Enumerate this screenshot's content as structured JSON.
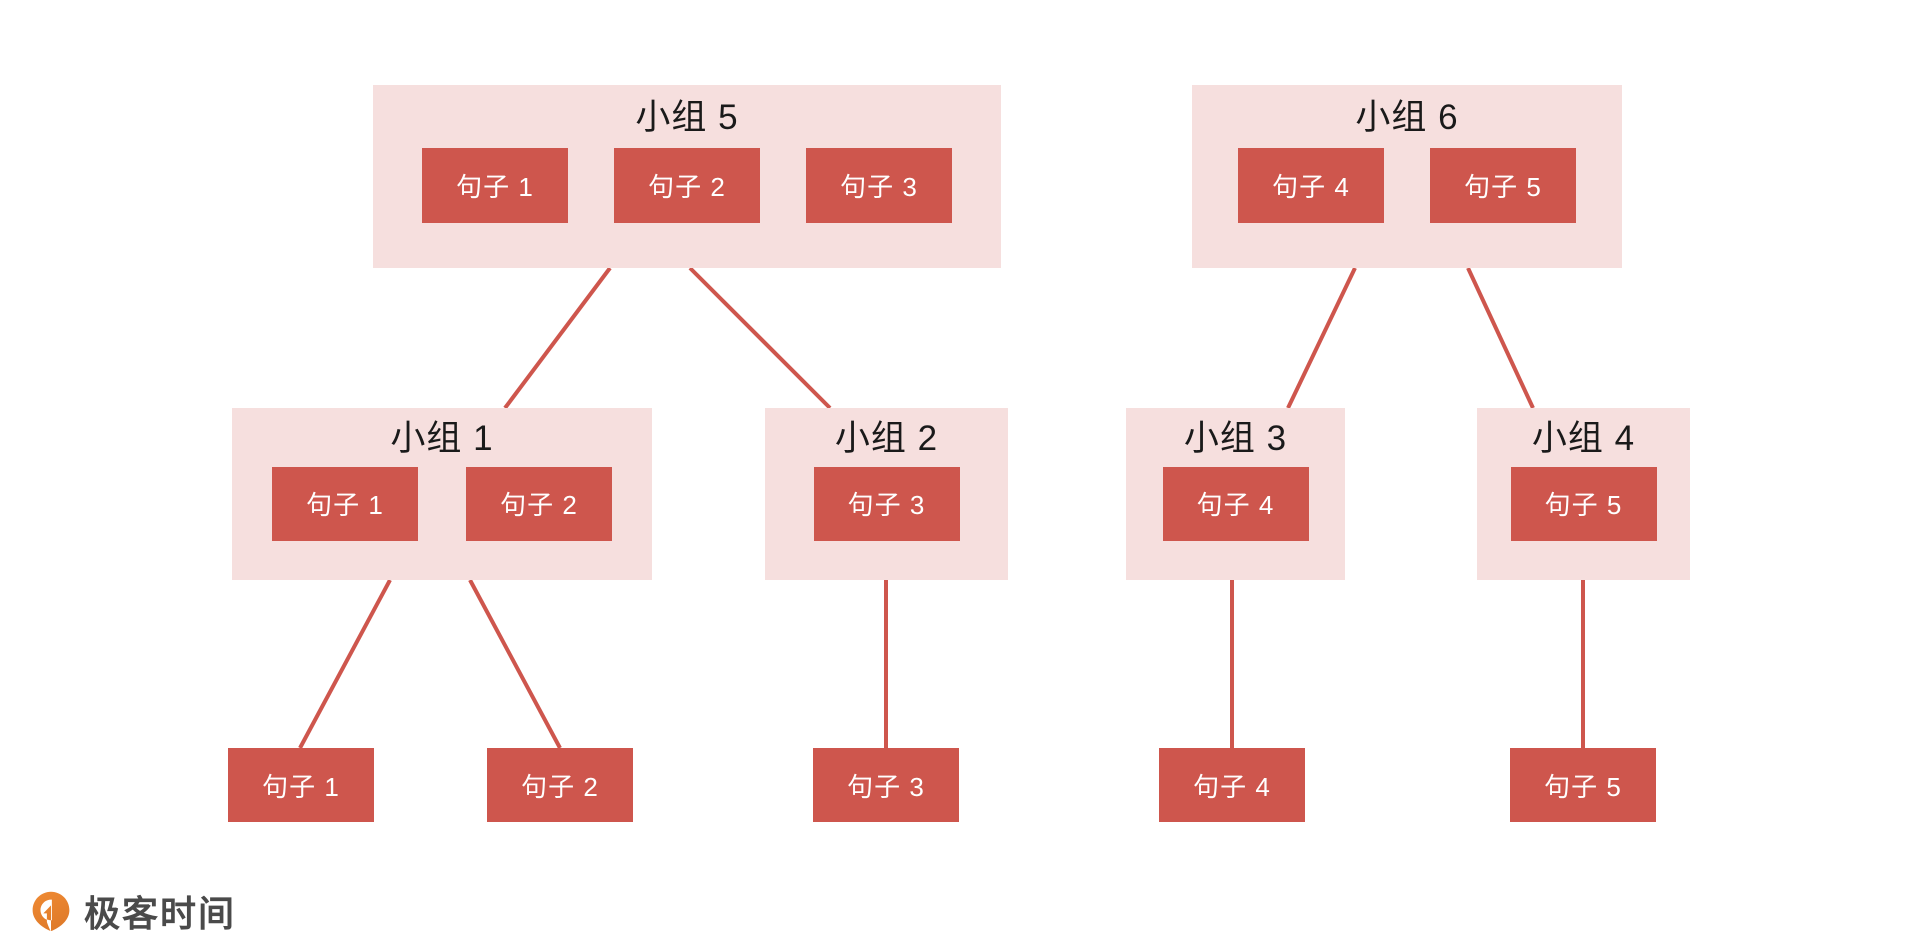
{
  "diagram": {
    "type": "tree",
    "background_color": "#FFFFFF",
    "group_fill": "#F6DFDE",
    "sentence_fill": "#CE564D",
    "sentence_text_color": "#FFFFFF",
    "edge_color": "#CE564D",
    "title_text_color": "#1A1A1A"
  },
  "groups": {
    "g5": {
      "title": "小组 5",
      "sentences": [
        "句子 1",
        "句子 2",
        "句子 3"
      ]
    },
    "g6": {
      "title": "小组 6",
      "sentences": [
        "句子 4",
        "句子 5"
      ]
    },
    "g1": {
      "title": "小组 1",
      "sentences": [
        "句子 1",
        "句子 2"
      ]
    },
    "g2": {
      "title": "小组 2",
      "sentences": [
        "句子 3"
      ]
    },
    "g3": {
      "title": "小组 3",
      "sentences": [
        "句子 4"
      ]
    },
    "g4": {
      "title": "小组 4",
      "sentences": [
        "句子 5"
      ]
    }
  },
  "leaves": [
    {
      "label": "句子 1"
    },
    {
      "label": "句子 2"
    },
    {
      "label": "句子 3"
    },
    {
      "label": "句子 4"
    },
    {
      "label": "句子 5"
    }
  ],
  "footer": {
    "logo_text": "极客时间",
    "logo_icon": "geekbang-pin-icon",
    "logo_color": "#E8872E",
    "logo_text_color": "#4A4A4A"
  }
}
